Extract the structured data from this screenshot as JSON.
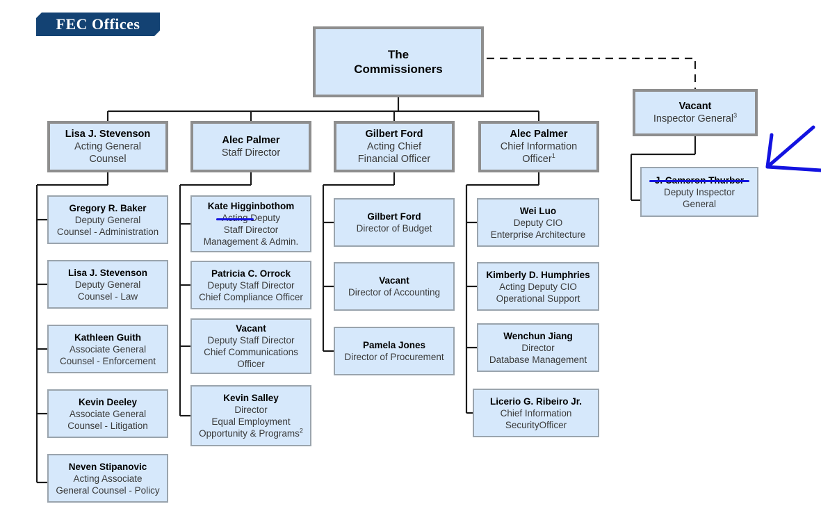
{
  "banner": {
    "label": "FEC Offices"
  },
  "colors": {
    "banner_bg": "#134273",
    "node_fill": "#d6e8fb",
    "node_border_thick": "#8e8e8e",
    "node_border_thin": "#9aa4ad",
    "connector": "#1a1a1a",
    "annotation_pen": "#1313e0",
    "name_text": "#000000",
    "title_text": "#3a3a3a"
  },
  "root": {
    "name": "The",
    "name2": "Commissioners"
  },
  "divisions": [
    {
      "name": "Lisa J. Stevenson",
      "title_lines": [
        "Acting General",
        "Counsel"
      ],
      "reports": [
        {
          "name": "Gregory R. Baker",
          "title_lines": [
            "Deputy General",
            "Counsel - Administration"
          ]
        },
        {
          "name": "Lisa J. Stevenson",
          "title_lines": [
            "Deputy General",
            "Counsel - Law"
          ]
        },
        {
          "name": "Kathleen Guith",
          "title_lines": [
            "Associate General",
            "Counsel - Enforcement"
          ]
        },
        {
          "name": "Kevin Deeley",
          "title_lines": [
            "Associate General",
            "Counsel - Litigation"
          ]
        },
        {
          "name": "Neven Stipanovic",
          "title_lines": [
            "Acting Associate",
            "General Counsel - Policy"
          ]
        }
      ]
    },
    {
      "name": "Alec Palmer",
      "title_lines": [
        "Staff Director"
      ],
      "reports": [
        {
          "name": "Kate Higginbothom",
          "title_lines": [
            "Acting Deputy",
            "Staff Director",
            "Management & Admin."
          ],
          "struck_word": "Acting"
        },
        {
          "name": "Patricia C. Orrock",
          "title_lines": [
            "Deputy Staff Director",
            "Chief Compliance Officer"
          ]
        },
        {
          "name": "Vacant",
          "title_lines": [
            "Deputy Staff Director",
            "Chief Communications",
            "Officer"
          ]
        },
        {
          "name": "Kevin Salley",
          "title_lines": [
            "Director",
            "Equal Employment",
            "Opportunity & Programs"
          ],
          "footnote": "2"
        }
      ]
    },
    {
      "name": "Gilbert Ford",
      "title_lines": [
        "Acting Chief",
        "Financial Officer"
      ],
      "reports": [
        {
          "name": "Gilbert Ford",
          "title_lines": [
            "Director of Budget"
          ]
        },
        {
          "name": "Vacant",
          "title_lines": [
            "Director of Accounting"
          ]
        },
        {
          "name": "Pamela Jones",
          "title_lines": [
            "Director of Procurement"
          ]
        }
      ]
    },
    {
      "name": "Alec Palmer",
      "title_lines": [
        "Chief Information",
        "Officer"
      ],
      "footnote": "1",
      "reports": [
        {
          "name": "Wei Luo",
          "title_lines": [
            "Deputy CIO",
            "Enterprise Architecture"
          ]
        },
        {
          "name": "Kimberly D. Humphries",
          "title_lines": [
            "Acting Deputy CIO",
            "Operational Support"
          ]
        },
        {
          "name": "Wenchun Jiang",
          "title_lines": [
            "Director",
            "Database Management"
          ]
        },
        {
          "name": "Licerio G. Ribeiro Jr.",
          "title_lines": [
            "Chief Information",
            "SecurityOfficer"
          ]
        }
      ]
    }
  ],
  "inspector_general": {
    "name": "Vacant",
    "title_lines": [
      "Inspector General"
    ],
    "footnote": "3",
    "deputy": {
      "name": "J. Cameron Thurber",
      "title_lines": [
        "Deputy Inspector",
        "General"
      ],
      "struck_name": true
    }
  },
  "annotations": {
    "arrow": "blue-arrow-pointing-left-at-deputy-inspector-general-box"
  }
}
